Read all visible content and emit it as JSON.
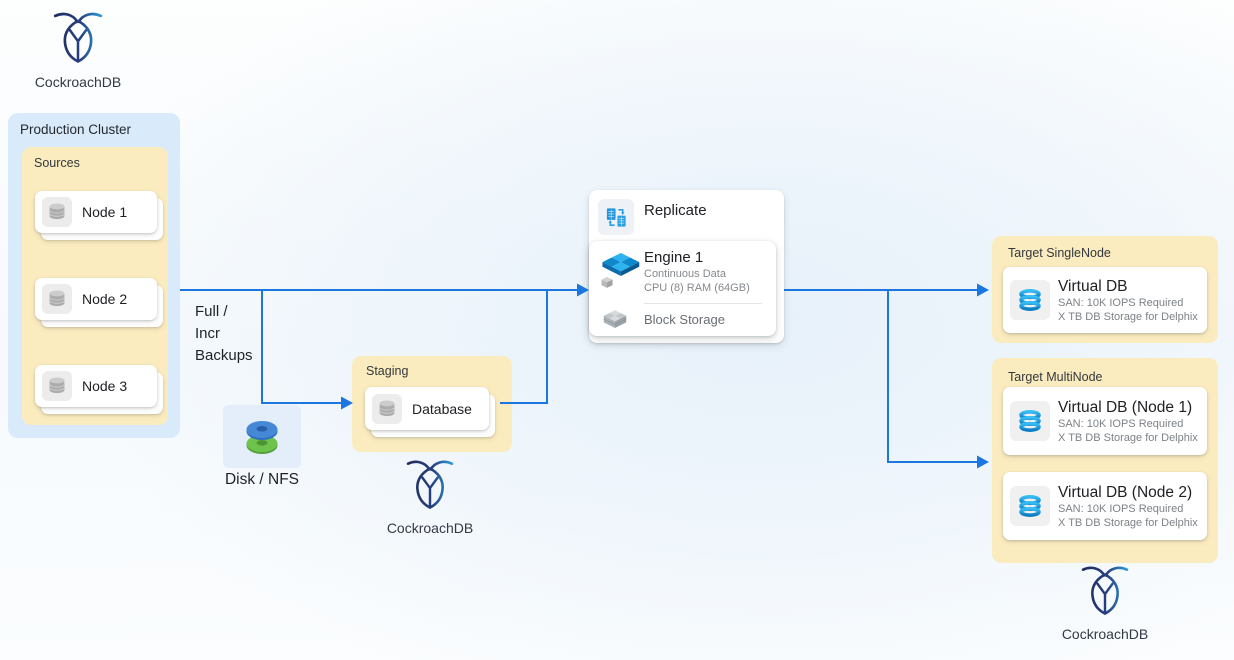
{
  "colors": {
    "accent": "#1b76e0",
    "cream": "#fbecbf",
    "cluster_blue": "#d9eafb",
    "disk_bg": "#e4eefa",
    "bg_tint": "#e7f1fa",
    "logo_dark": "#212a5c",
    "logo_blue": "#2ba5e0"
  },
  "logos": {
    "top_left": "CockroachDB",
    "staging": "CockroachDB",
    "bottom_right": "CockroachDB"
  },
  "production": {
    "title": "Production Cluster",
    "sources": {
      "title": "Sources",
      "nodes": [
        {
          "label": "Node 1"
        },
        {
          "label": "Node 2"
        },
        {
          "label": "Node 3"
        }
      ]
    }
  },
  "backups": {
    "lines": [
      "Full /",
      "Incr",
      "Backups"
    ]
  },
  "disk": {
    "label": "Disk / NFS"
  },
  "staging": {
    "title": "Staging",
    "database_label": "Database"
  },
  "replicate": {
    "header": "Replicate",
    "engine": {
      "title": "Engine 1",
      "subtitle1": "Continuous Data",
      "subtitle2": "CPU (8) RAM (64GB)"
    },
    "storage_label": "Block Storage"
  },
  "targets": {
    "single": {
      "title": "Target SingleNode",
      "cards": [
        {
          "title": "Virtual DB",
          "line1": "SAN: 10K IOPS Required",
          "line2": "X TB DB Storage for Delphix"
        }
      ]
    },
    "multi": {
      "title": "Target MultiNode",
      "cards": [
        {
          "title": "Virtual DB (Node 1)",
          "line1": "SAN: 10K IOPS Required",
          "line2": "X TB DB Storage for Delphix"
        },
        {
          "title": "Virtual DB (Node 2)",
          "line1": "SAN: 10K IOPS Required",
          "line2": "X TB DB Storage for Delphix"
        }
      ]
    }
  }
}
